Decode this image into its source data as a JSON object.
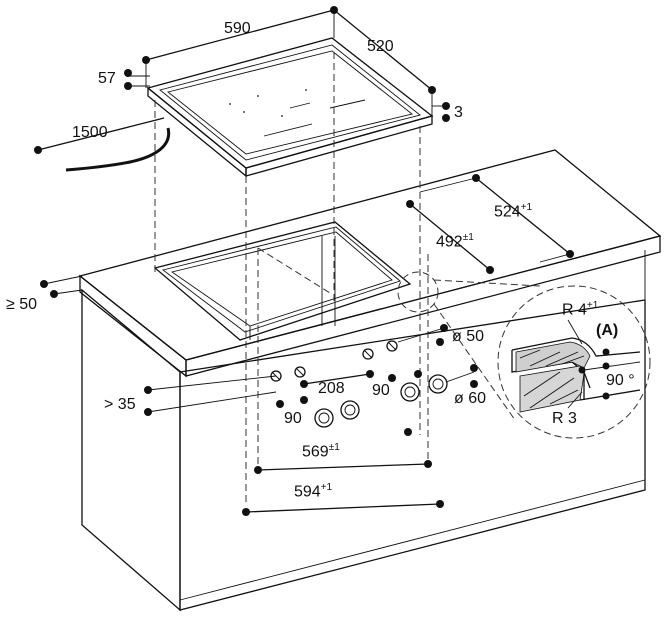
{
  "labels": {
    "dim_590": "590",
    "dim_520": "520",
    "dim_57": "57",
    "dim_3": "3",
    "dim_1500": "1500",
    "dim_524": "524",
    "dim_524_tol": "+1",
    "dim_492": "492",
    "dim_492_tol": "±1",
    "dim_ge50": "≥ 50",
    "dim_gt35": "> 35",
    "dim_208": "208",
    "dim_90_left": "90",
    "dim_90_right": "90",
    "dim_dia50": "ø 50",
    "dim_dia60": "ø 60",
    "dim_569": "569",
    "dim_569_tol": "±1",
    "dim_594": "594",
    "dim_594_tol": "+1",
    "detail_r4": "R 4",
    "detail_r4_tol": "+1",
    "detail_a": "(A)",
    "detail_90deg": "90 °",
    "detail_r3": "R 3"
  }
}
